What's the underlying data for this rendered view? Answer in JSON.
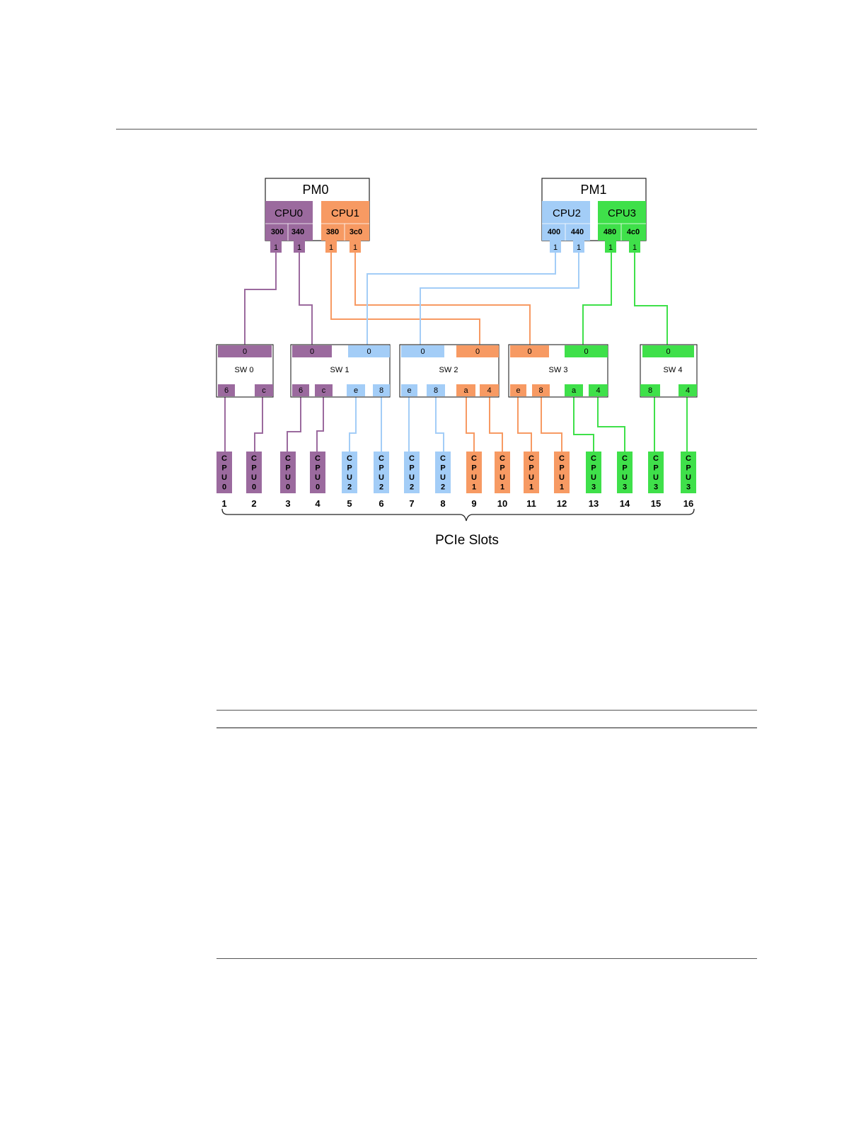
{
  "colors": {
    "cpu0": "#9b6a9e",
    "cpu1": "#f79a63",
    "cpu2": "#a3cdf7",
    "cpu3": "#3fe04a",
    "border": "#222222"
  },
  "modules": [
    {
      "label": "PM0",
      "cpus": [
        {
          "label": "CPU0",
          "color": "cpu0",
          "ports": [
            "300",
            "340"
          ]
        },
        {
          "label": "CPU1",
          "color": "cpu1",
          "ports": [
            "380",
            "3c0"
          ]
        }
      ]
    },
    {
      "label": "PM1",
      "cpus": [
        {
          "label": "CPU2",
          "color": "cpu2",
          "ports": [
            "400",
            "440"
          ]
        },
        {
          "label": "CPU3",
          "color": "cpu3",
          "ports": [
            "480",
            "4c0"
          ]
        }
      ]
    }
  ],
  "link_label": "1",
  "switches": [
    {
      "label": "SW 0",
      "uplinks": [
        {
          "label": "0",
          "color": "cpu0"
        }
      ],
      "downlinks": [
        {
          "label": "6",
          "color": "cpu0"
        },
        {
          "label": "c",
          "color": "cpu0"
        }
      ]
    },
    {
      "label": "SW 1",
      "uplinks": [
        {
          "label": "0",
          "color": "cpu0"
        },
        {
          "label": "0",
          "color": "cpu2"
        }
      ],
      "downlinks": [
        {
          "label": "6",
          "color": "cpu0"
        },
        {
          "label": "c",
          "color": "cpu0"
        },
        {
          "label": "e",
          "color": "cpu2"
        },
        {
          "label": "8",
          "color": "cpu2"
        }
      ]
    },
    {
      "label": "SW 2",
      "uplinks": [
        {
          "label": "0",
          "color": "cpu2"
        },
        {
          "label": "0",
          "color": "cpu1"
        }
      ],
      "downlinks": [
        {
          "label": "e",
          "color": "cpu2"
        },
        {
          "label": "8",
          "color": "cpu2"
        },
        {
          "label": "a",
          "color": "cpu1"
        },
        {
          "label": "4",
          "color": "cpu1"
        }
      ]
    },
    {
      "label": "SW 3",
      "uplinks": [
        {
          "label": "0",
          "color": "cpu1"
        },
        {
          "label": "0",
          "color": "cpu3"
        }
      ],
      "downlinks": [
        {
          "label": "e",
          "color": "cpu1"
        },
        {
          "label": "8",
          "color": "cpu1"
        },
        {
          "label": "a",
          "color": "cpu3"
        },
        {
          "label": "4",
          "color": "cpu3"
        }
      ]
    },
    {
      "label": "SW 4",
      "uplinks": [
        {
          "label": "0",
          "color": "cpu3"
        }
      ],
      "downlinks": [
        {
          "label": "8",
          "color": "cpu3"
        },
        {
          "label": "4",
          "color": "cpu3"
        }
      ]
    }
  ],
  "slots": [
    {
      "number": "1",
      "cpu": "CPU0",
      "color": "cpu0"
    },
    {
      "number": "2",
      "cpu": "CPU0",
      "color": "cpu0"
    },
    {
      "number": "3",
      "cpu": "CPU0",
      "color": "cpu0"
    },
    {
      "number": "4",
      "cpu": "CPU0",
      "color": "cpu0"
    },
    {
      "number": "5",
      "cpu": "CPU2",
      "color": "cpu2"
    },
    {
      "number": "6",
      "cpu": "CPU2",
      "color": "cpu2"
    },
    {
      "number": "7",
      "cpu": "CPU2",
      "color": "cpu2"
    },
    {
      "number": "8",
      "cpu": "CPU2",
      "color": "cpu2"
    },
    {
      "number": "9",
      "cpu": "CPU1",
      "color": "cpu1"
    },
    {
      "number": "10",
      "cpu": "CPU1",
      "color": "cpu1"
    },
    {
      "number": "11",
      "cpu": "CPU1",
      "color": "cpu1"
    },
    {
      "number": "12",
      "cpu": "CPU1",
      "color": "cpu1"
    },
    {
      "number": "13",
      "cpu": "CPU3",
      "color": "cpu3"
    },
    {
      "number": "14",
      "cpu": "CPU3",
      "color": "cpu3"
    },
    {
      "number": "15",
      "cpu": "CPU3",
      "color": "cpu3"
    },
    {
      "number": "16",
      "cpu": "CPU3",
      "color": "cpu3"
    }
  ],
  "slots_caption": "PCIe Slots"
}
